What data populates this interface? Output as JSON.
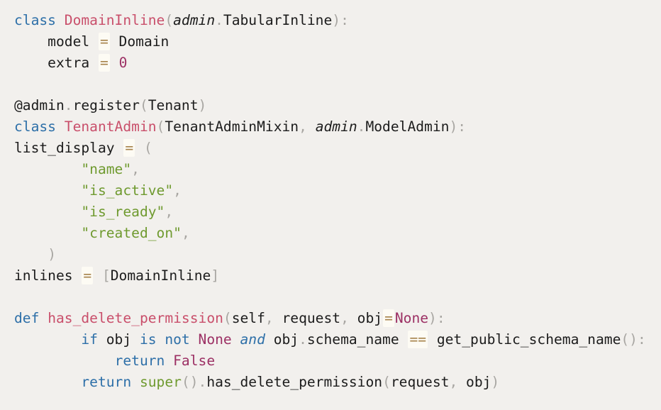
{
  "palette": {
    "background": "#f2f0ed",
    "text": "#1c1c1c",
    "keyword": "#2d6fa8",
    "definition": "#c94f6b",
    "string": "#6f9a2f",
    "constant": "#9c3064",
    "operator": "#a6824a",
    "operator_highlight": "#fdfbf4",
    "punctuation": "#a8a6a2"
  },
  "code": {
    "language": "python",
    "lines": [
      [
        {
          "c": "kw",
          "t": "class"
        },
        {
          "c": "txt",
          "t": " "
        },
        {
          "c": "name",
          "t": "DomainInline"
        },
        {
          "c": "punc",
          "t": "("
        },
        {
          "c": "txt",
          "t": "admin",
          "i": true
        },
        {
          "c": "punc",
          "t": "."
        },
        {
          "c": "txt",
          "t": "TabularInline"
        },
        {
          "c": "punc",
          "t": "):"
        }
      ],
      [
        {
          "c": "txt",
          "t": "    model "
        },
        {
          "c": "op",
          "t": "="
        },
        {
          "c": "txt",
          "t": " Domain"
        }
      ],
      [
        {
          "c": "txt",
          "t": "    extra "
        },
        {
          "c": "op",
          "t": "="
        },
        {
          "c": "txt",
          "t": " "
        },
        {
          "c": "const",
          "t": "0"
        }
      ],
      [],
      [
        {
          "c": "txt",
          "t": "@admin"
        },
        {
          "c": "punc",
          "t": "."
        },
        {
          "c": "txt",
          "t": "register"
        },
        {
          "c": "punc",
          "t": "("
        },
        {
          "c": "txt",
          "t": "Tenant"
        },
        {
          "c": "punc",
          "t": ")"
        }
      ],
      [
        {
          "c": "kw",
          "t": "class"
        },
        {
          "c": "txt",
          "t": " "
        },
        {
          "c": "name",
          "t": "TenantAdmin"
        },
        {
          "c": "punc",
          "t": "("
        },
        {
          "c": "txt",
          "t": "TenantAdminMixin"
        },
        {
          "c": "punc",
          "t": ","
        },
        {
          "c": "txt",
          "t": " "
        },
        {
          "c": "txt",
          "t": "admin",
          "i": true
        },
        {
          "c": "punc",
          "t": "."
        },
        {
          "c": "txt",
          "t": "ModelAdmin"
        },
        {
          "c": "punc",
          "t": "):"
        }
      ],
      [
        {
          "c": "txt",
          "t": "list_display "
        },
        {
          "c": "op",
          "t": "="
        },
        {
          "c": "txt",
          "t": " "
        },
        {
          "c": "punc",
          "t": "("
        }
      ],
      [
        {
          "c": "txt",
          "t": "        "
        },
        {
          "c": "str",
          "t": "\"name\""
        },
        {
          "c": "punc",
          "t": ","
        }
      ],
      [
        {
          "c": "txt",
          "t": "        "
        },
        {
          "c": "str",
          "t": "\"is_active\""
        },
        {
          "c": "punc",
          "t": ","
        }
      ],
      [
        {
          "c": "txt",
          "t": "        "
        },
        {
          "c": "str",
          "t": "\"is_ready\""
        },
        {
          "c": "punc",
          "t": ","
        }
      ],
      [
        {
          "c": "txt",
          "t": "        "
        },
        {
          "c": "str",
          "t": "\"created_on\""
        },
        {
          "c": "punc",
          "t": ","
        }
      ],
      [
        {
          "c": "txt",
          "t": "    "
        },
        {
          "c": "punc",
          "t": ")"
        }
      ],
      [
        {
          "c": "txt",
          "t": "inlines "
        },
        {
          "c": "op",
          "t": "="
        },
        {
          "c": "txt",
          "t": " "
        },
        {
          "c": "punc",
          "t": "["
        },
        {
          "c": "txt",
          "t": "DomainInline"
        },
        {
          "c": "punc",
          "t": "]"
        }
      ],
      [],
      [
        {
          "c": "kw",
          "t": "def"
        },
        {
          "c": "txt",
          "t": " "
        },
        {
          "c": "name",
          "t": "has_delete_permission"
        },
        {
          "c": "punc",
          "t": "("
        },
        {
          "c": "txt",
          "t": "self"
        },
        {
          "c": "punc",
          "t": ","
        },
        {
          "c": "txt",
          "t": " request"
        },
        {
          "c": "punc",
          "t": ","
        },
        {
          "c": "txt",
          "t": " obj"
        },
        {
          "c": "op",
          "t": "="
        },
        {
          "c": "const",
          "t": "None"
        },
        {
          "c": "punc",
          "t": "):"
        }
      ],
      [
        {
          "c": "txt",
          "t": "        "
        },
        {
          "c": "kw",
          "t": "if"
        },
        {
          "c": "txt",
          "t": " obj "
        },
        {
          "c": "kw",
          "t": "is"
        },
        {
          "c": "txt",
          "t": " "
        },
        {
          "c": "kw",
          "t": "not"
        },
        {
          "c": "txt",
          "t": " "
        },
        {
          "c": "const",
          "t": "None"
        },
        {
          "c": "txt",
          "t": " "
        },
        {
          "c": "kw",
          "t": "and",
          "i": true
        },
        {
          "c": "txt",
          "t": " obj"
        },
        {
          "c": "punc",
          "t": "."
        },
        {
          "c": "txt",
          "t": "schema_name "
        },
        {
          "c": "op",
          "t": "=="
        },
        {
          "c": "txt",
          "t": " get_public_schema_name"
        },
        {
          "c": "punc",
          "t": "():"
        }
      ],
      [
        {
          "c": "txt",
          "t": "            "
        },
        {
          "c": "kw",
          "t": "return"
        },
        {
          "c": "txt",
          "t": " "
        },
        {
          "c": "const",
          "t": "False"
        }
      ],
      [
        {
          "c": "txt",
          "t": "        "
        },
        {
          "c": "kw",
          "t": "return"
        },
        {
          "c": "txt",
          "t": " "
        },
        {
          "c": "fn",
          "t": "super"
        },
        {
          "c": "punc",
          "t": "()."
        },
        {
          "c": "txt",
          "t": "has_delete_permission"
        },
        {
          "c": "punc",
          "t": "("
        },
        {
          "c": "txt",
          "t": "request"
        },
        {
          "c": "punc",
          "t": ","
        },
        {
          "c": "txt",
          "t": " obj"
        },
        {
          "c": "punc",
          "t": ")"
        }
      ]
    ]
  }
}
